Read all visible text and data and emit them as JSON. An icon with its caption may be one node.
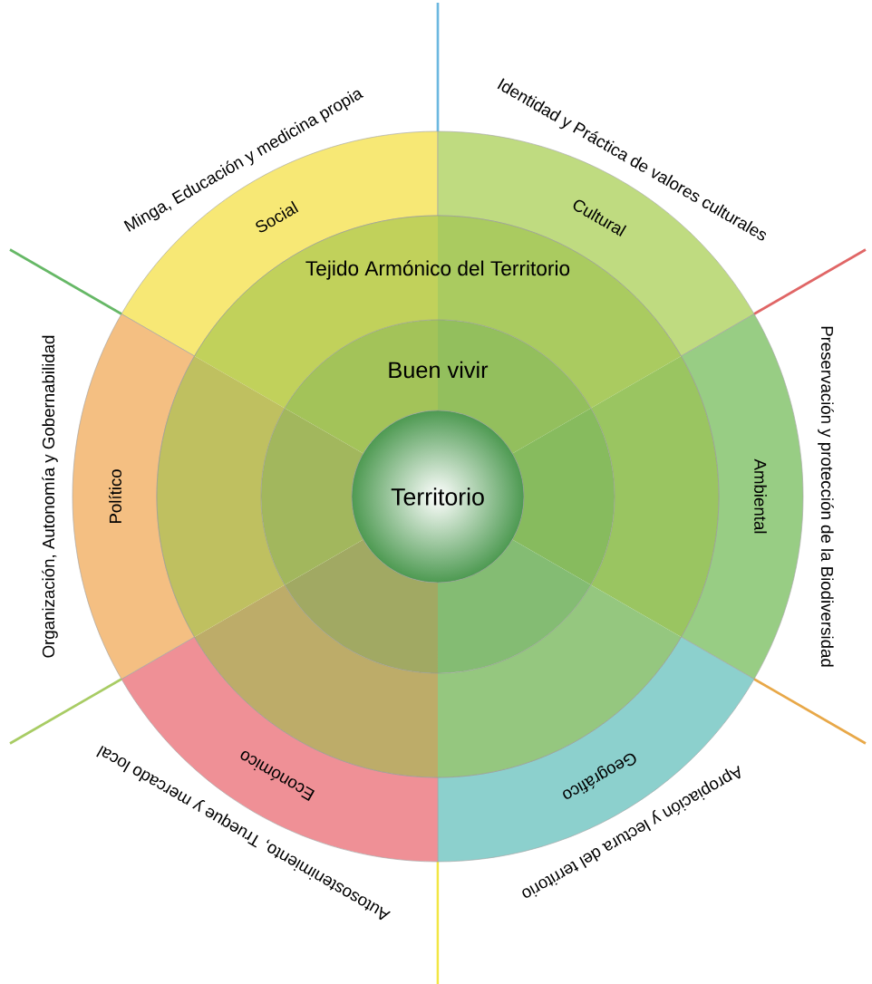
{
  "diagram": {
    "nodes": [
      {
        "text": [
          "Social",
          "Minga, Educación y medicina propia"
        ]
      },
      {
        "text": [
          "Cultural",
          "Identidad y Práctica de valores culturales"
        ]
      },
      {
        "text": [
          "Ambiental",
          "Preservación y protección de la Biodiversidad"
        ]
      },
      {
        "text": [
          "Geográfico",
          "Apropiación y lectura del territorio"
        ]
      },
      {
        "text": [
          "Económico",
          "Autosostenimiento, Trueque y mercado local"
        ]
      },
      {
        "text": [
          "Político",
          "Organización, Autonomía y Gobernabilidad"
        ]
      },
      {
        "text": [
          "Tejido Armónico del Territorio"
        ]
      },
      {
        "text": [
          "Buen vivir"
        ],
        "in": 6
      },
      {
        "text": [
          "Territorio"
        ],
        "in": 7
      }
    ]
  }
}
